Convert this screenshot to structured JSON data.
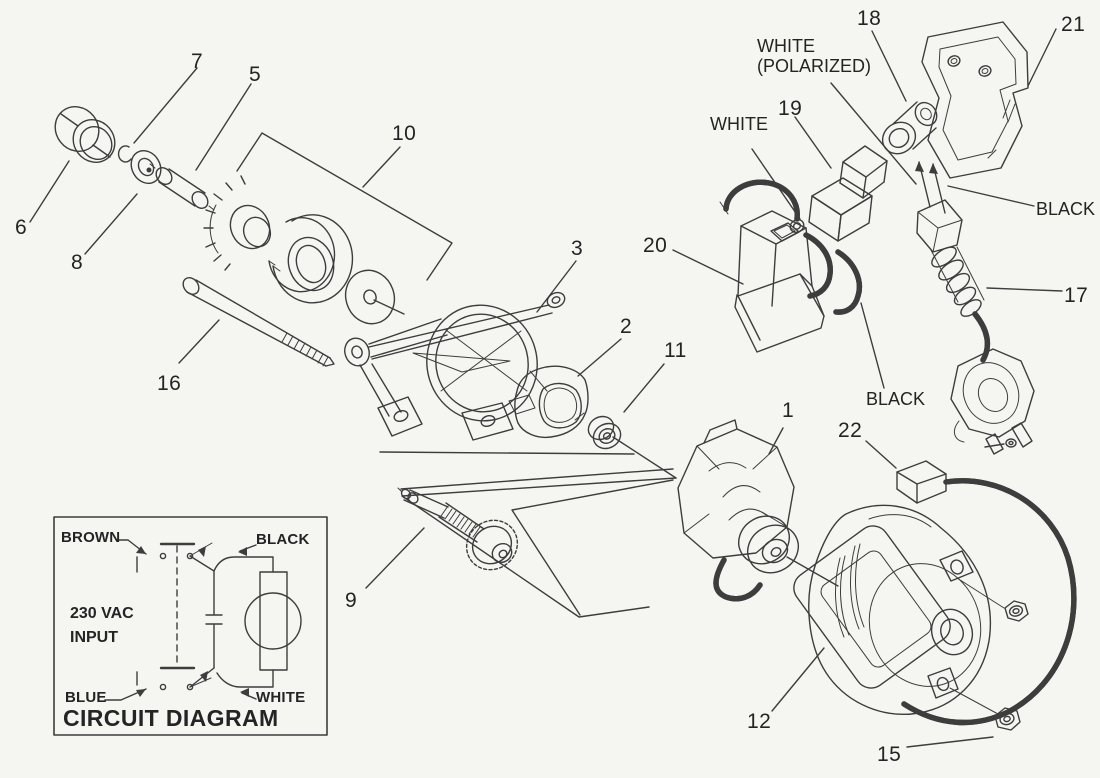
{
  "colors": {
    "background": "#f5f5f2",
    "line": "#3d3d3d",
    "text": "#242424"
  },
  "callouts": {
    "c1": "1",
    "c2": "2",
    "c3": "3",
    "c5": "5",
    "c6": "6",
    "c7": "7",
    "c8": "8",
    "c9": "9",
    "c10": "10",
    "c11": "11",
    "c12": "12",
    "c15": "15",
    "c16": "16",
    "c17": "17",
    "c18": "18",
    "c19": "19",
    "c20": "20",
    "c21": "21",
    "c22": "22"
  },
  "wire_labels": {
    "white_polarized": "WHITE\n(POLARIZED)",
    "white": "WHITE",
    "black_upper": "BLACK",
    "black_lower": "BLACK"
  },
  "circuit": {
    "brown": "BROWN",
    "black": "BLACK",
    "blue": "BLUE",
    "white": "WHITE",
    "input_line1": "230 VAC",
    "input_line2": "INPUT",
    "title": "CIRCUIT DIAGRAM"
  }
}
